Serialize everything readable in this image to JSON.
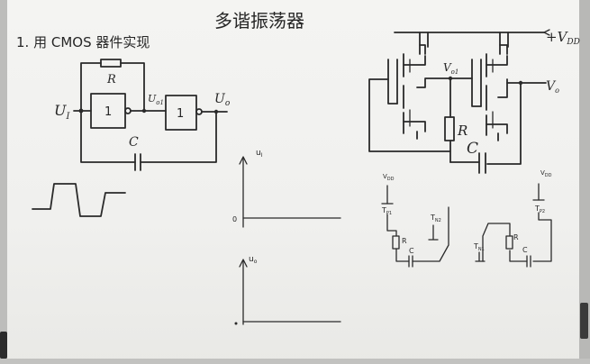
{
  "heading": "多谐振荡器",
  "section": "1.  用 CMOS 器件实现",
  "gate_circuit": {
    "resistor_label": "R",
    "input_label": "U",
    "input_sub": "I",
    "mid_label": "U",
    "mid_sub": "o1",
    "output_label": "U",
    "output_sub": "o",
    "capacitor_label": "C",
    "gate1_text": "1",
    "gate2_text": "1"
  },
  "transistor_circuit": {
    "supply_label": "+V",
    "supply_sub": "DD",
    "mid_label": "V",
    "mid_sub": "o1",
    "output_label": "V",
    "output_sub": "o",
    "resistor_label": "R",
    "capacitor_label": "C"
  },
  "graph_top": {
    "y_label": "u",
    "y_sub": "I",
    "zero_label": "0"
  },
  "graph_bottom": {
    "y_label": "u",
    "y_sub": "o"
  },
  "equiv_left": {
    "vdd_label": "V",
    "vdd_sub": "DD",
    "tp_label": "T",
    "tp_sub": "P1",
    "tn_label": "T",
    "tn_sub": "N2",
    "r_label": "R",
    "c_label": "C"
  },
  "equiv_right": {
    "vdd_label": "V",
    "vdd_sub": "DD",
    "tp_label": "T",
    "tp_sub": "P2",
    "tn_label": "T",
    "tn_sub": "N1",
    "r_label": "R",
    "c_label": "C"
  }
}
